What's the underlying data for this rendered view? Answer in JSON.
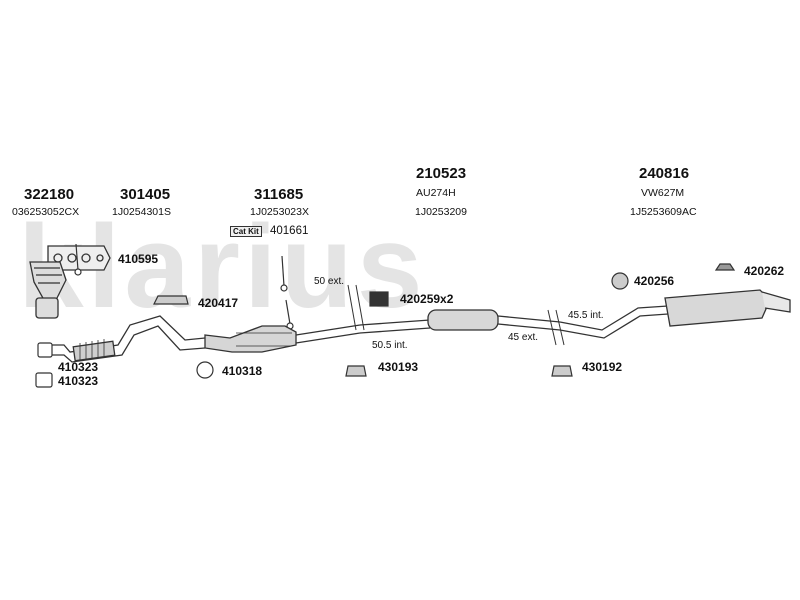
{
  "watermark": "klarius",
  "groups": [
    {
      "part": "322180",
      "oe": "036253052CX"
    },
    {
      "part": "301405",
      "oe": "1J0254301S"
    },
    {
      "part": "311685",
      "oe": "1J0253023X"
    },
    {
      "part": "210523",
      "oe": "AU274H",
      "oe2": "1J0253209"
    },
    {
      "part": "240816",
      "oe": "VW627M",
      "oe2": "1J5253609AC"
    }
  ],
  "cat_kit": {
    "tag": "Cat Kit",
    "part": "401661"
  },
  "fittings": {
    "f410595": "410595",
    "f420417": "420417",
    "f420259": "420259x2",
    "f420256": "420256",
    "f420262": "420262",
    "f410323a": "410323",
    "f410323b": "410323",
    "f410318": "410318",
    "f430193": "430193",
    "f430192": "430192"
  },
  "dimensions": {
    "d50ext": "50 ext.",
    "d505int": "50.5 int.",
    "d455int": "45.5 int.",
    "d45ext": "45 ext."
  }
}
